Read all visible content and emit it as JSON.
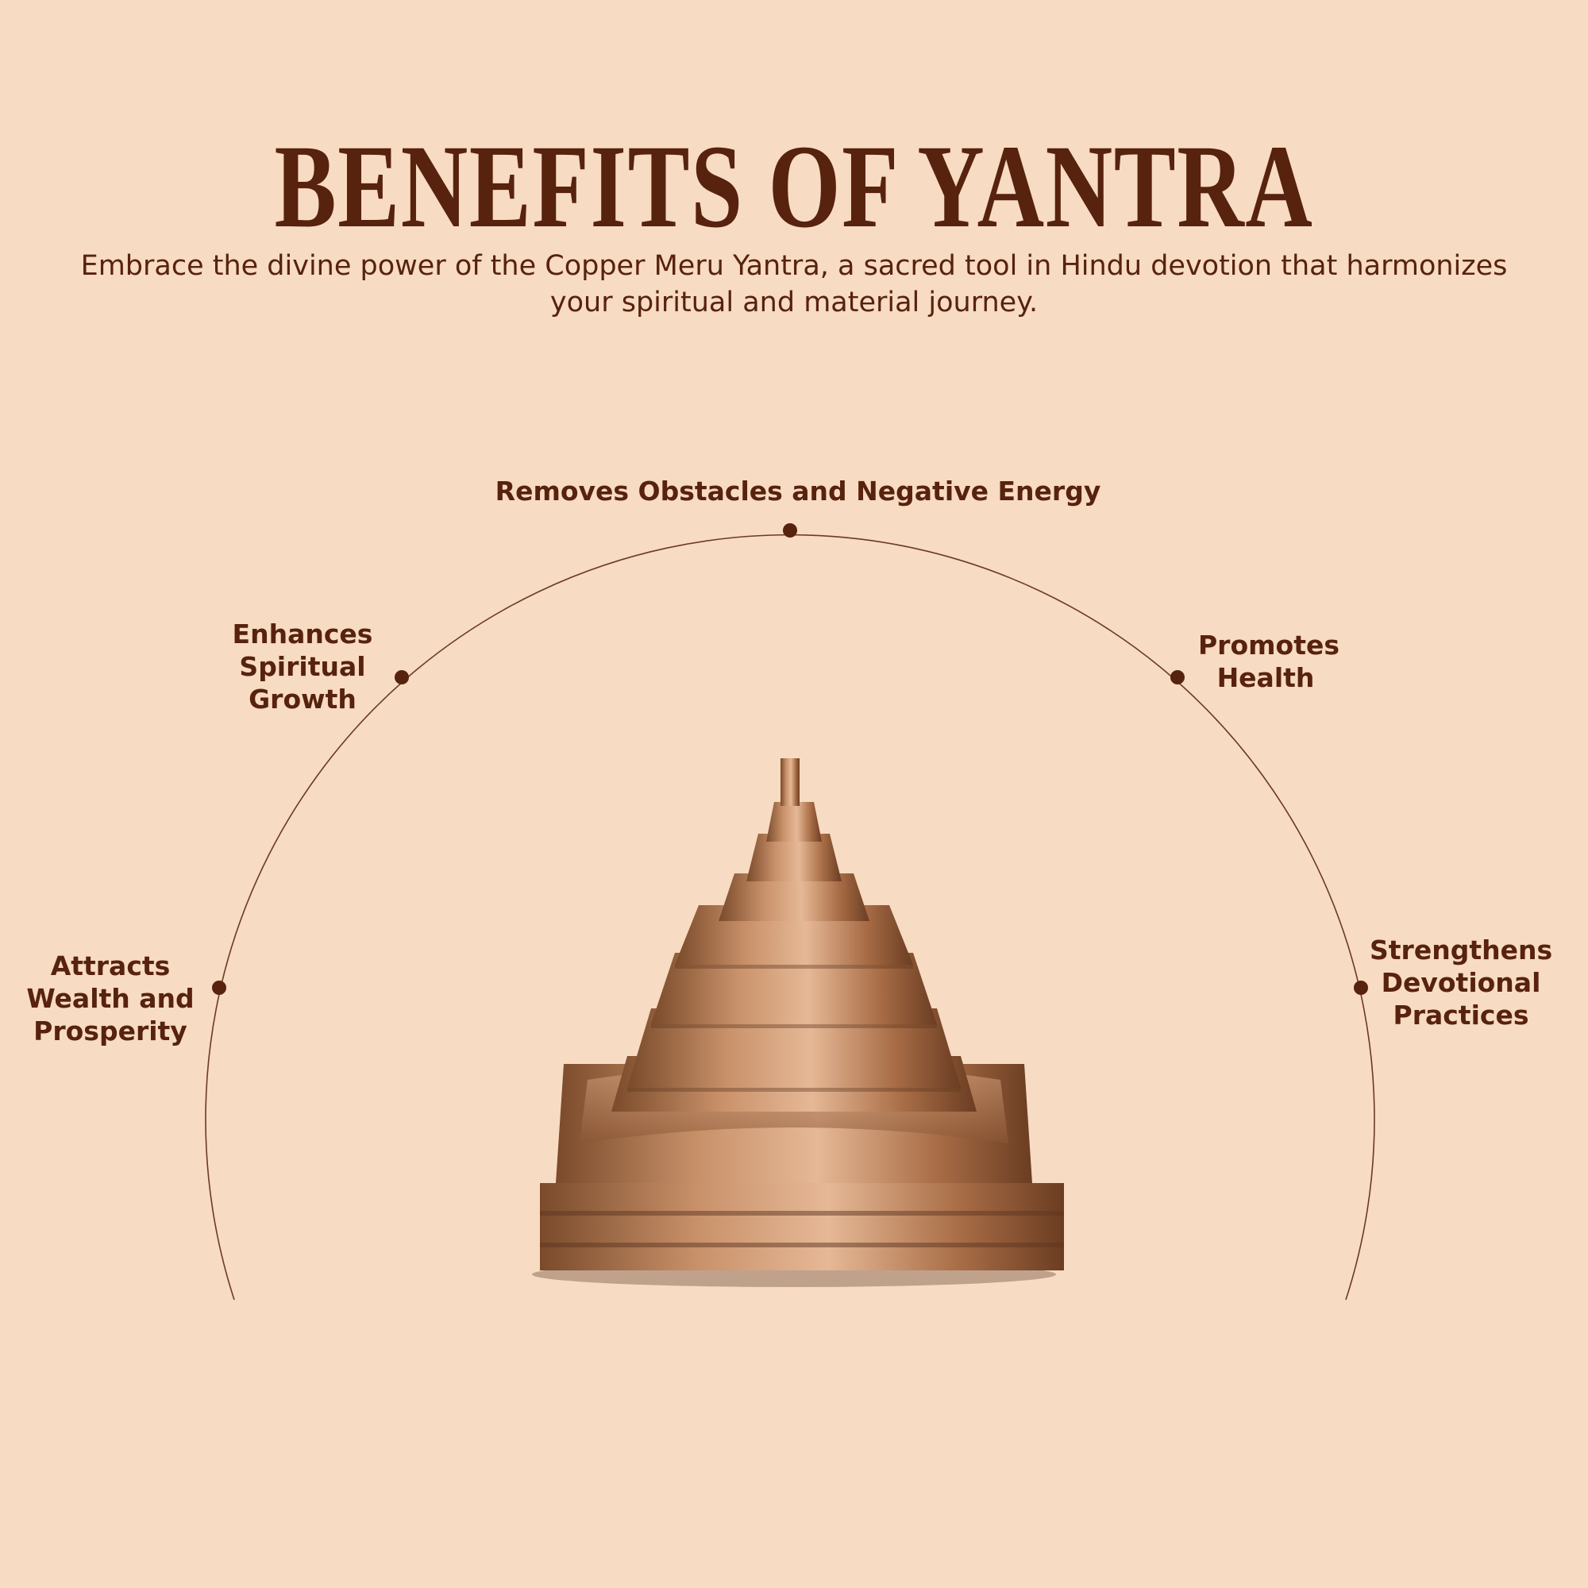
{
  "title": "BENEFITS OF YANTRA",
  "subtitle": "Embrace the divine power of the Copper Meru Yantra, a sacred tool in Hindu devotion that harmonizes your spiritual and material journey.",
  "benefits": [
    {
      "label": "Attracts Wealth and Prosperity"
    },
    {
      "label": "Enhances Spiritual Growth"
    },
    {
      "label": "Removes Obstacles and Negative Energy"
    },
    {
      "label": "Promotes Health"
    },
    {
      "label": "Strengthens Devotional Practices"
    }
  ],
  "colors": {
    "background": "#f7dbc2",
    "text": "#57220e",
    "copper": "#b57a4c"
  }
}
